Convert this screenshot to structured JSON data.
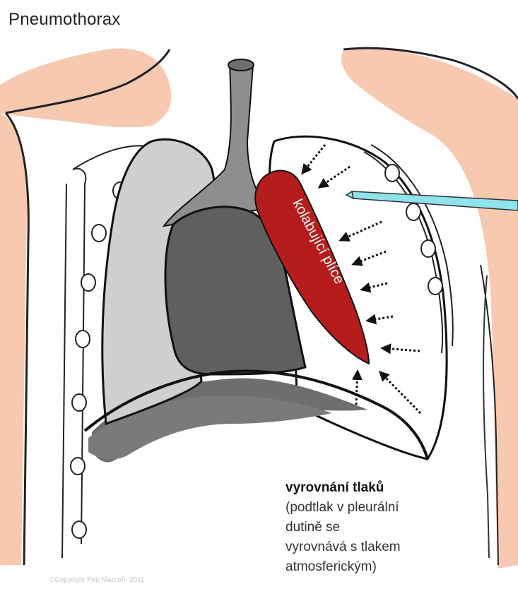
{
  "title": "Pneumothorax",
  "lung_label": "kolabující plíce",
  "caption": {
    "heading": "vyrovnání tlaků",
    "body": "(podtlak v pleurální\ndutině se\nvyrovnává s tlakem\natmosferickým)"
  },
  "copyright": "©Copyright Petr Marcoň, 2011",
  "colors": {
    "background_blue": "#1c2fa8",
    "skin": "#f6c9b0",
    "collapsed_lung": "#b71c1c",
    "needle": "#8fe3ea",
    "trachea": "#8e8e8e",
    "heart": "#5f5f5f",
    "lung_grey": "#cfcfcf",
    "diaphragm": "#6e6e6e"
  }
}
